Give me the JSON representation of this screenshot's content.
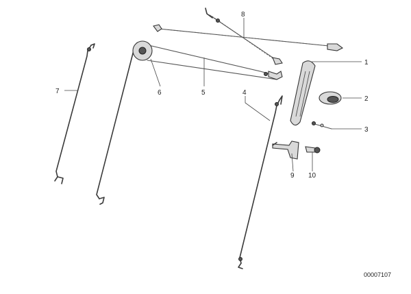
{
  "callouts": {
    "c1": "1",
    "c2": "2",
    "c3": "3",
    "c4": "4",
    "c5": "5",
    "c6": "6",
    "c7": "7",
    "c8": "8",
    "c9": "9",
    "c10": "10"
  },
  "reference_number": "00007107"
}
